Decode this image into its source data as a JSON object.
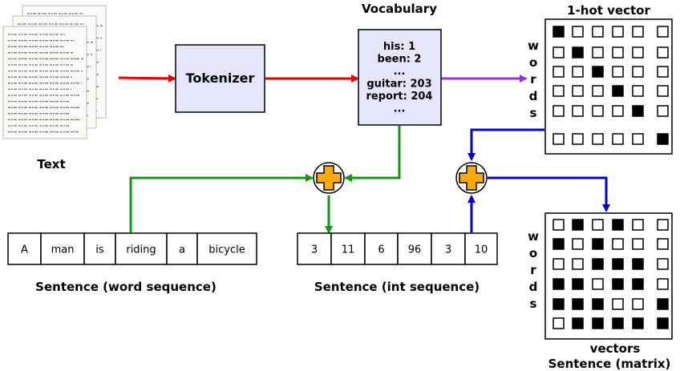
{
  "text_label": "Text",
  "tokenizer_label": "Tokenizer",
  "vocabulary": {
    "title": "Vocabulary",
    "entries": [
      "his: 1",
      "been: 2",
      "...",
      "guitar: 203",
      "report: 204",
      "..."
    ]
  },
  "onehot": {
    "title": "1-hot vector",
    "side_label": [
      "w",
      "o",
      "r",
      "d",
      "s"
    ],
    "matrix": [
      [
        1,
        0,
        0,
        0,
        0,
        0
      ],
      [
        0,
        1,
        0,
        0,
        0,
        0
      ],
      [
        0,
        0,
        1,
        0,
        0,
        0
      ],
      [
        0,
        0,
        0,
        1,
        0,
        0
      ],
      [
        0,
        0,
        0,
        0,
        1,
        0
      ],
      [
        0,
        0,
        0,
        0,
        0,
        1
      ]
    ]
  },
  "sentence_matrix": {
    "title_line1": "vectors",
    "title_line2": "Sentence (matrix)",
    "side_label": [
      "w",
      "o",
      "r",
      "d",
      "s"
    ],
    "matrix": [
      [
        0,
        1,
        0,
        1,
        0,
        0
      ],
      [
        1,
        0,
        1,
        0,
        0,
        0
      ],
      [
        0,
        0,
        1,
        1,
        1,
        0
      ],
      [
        1,
        1,
        0,
        1,
        1,
        0
      ],
      [
        1,
        1,
        1,
        0,
        0,
        1
      ],
      [
        0,
        1,
        1,
        1,
        1,
        1
      ]
    ]
  },
  "word_sequence": {
    "label": "Sentence (word sequence)",
    "words": [
      "A",
      "man",
      "is",
      "riding",
      "a",
      "bicycle"
    ]
  },
  "int_sequence": {
    "label": "Sentence (int sequence)",
    "values": [
      "3",
      "11",
      "6",
      "96",
      "3",
      "10"
    ]
  },
  "colors": {
    "red": "#ee0000",
    "purple": "#9933dd",
    "green": "#119911",
    "blue": "#0000dd",
    "box_fill": "#e6e6fa",
    "plus_fill": "#ffaa00"
  }
}
